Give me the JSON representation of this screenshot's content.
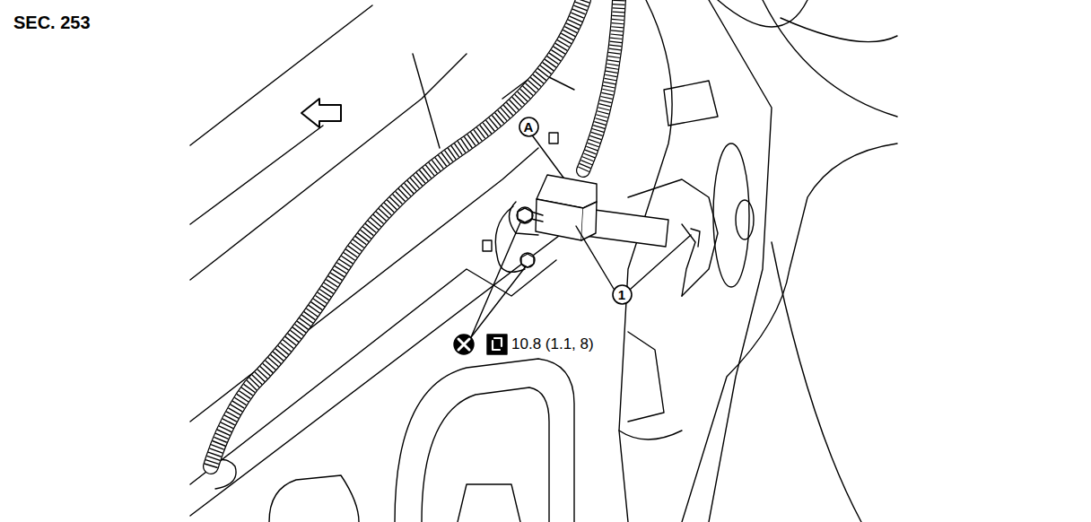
{
  "diagram": {
    "nodes": [
      {
        "text": [
          "A"
        ]
      },
      {
        "text": [
          "1"
        ]
      }
    ],
    "labels": [
      "SEC. 253",
      "10.8 (1.1, 8)"
    ]
  }
}
